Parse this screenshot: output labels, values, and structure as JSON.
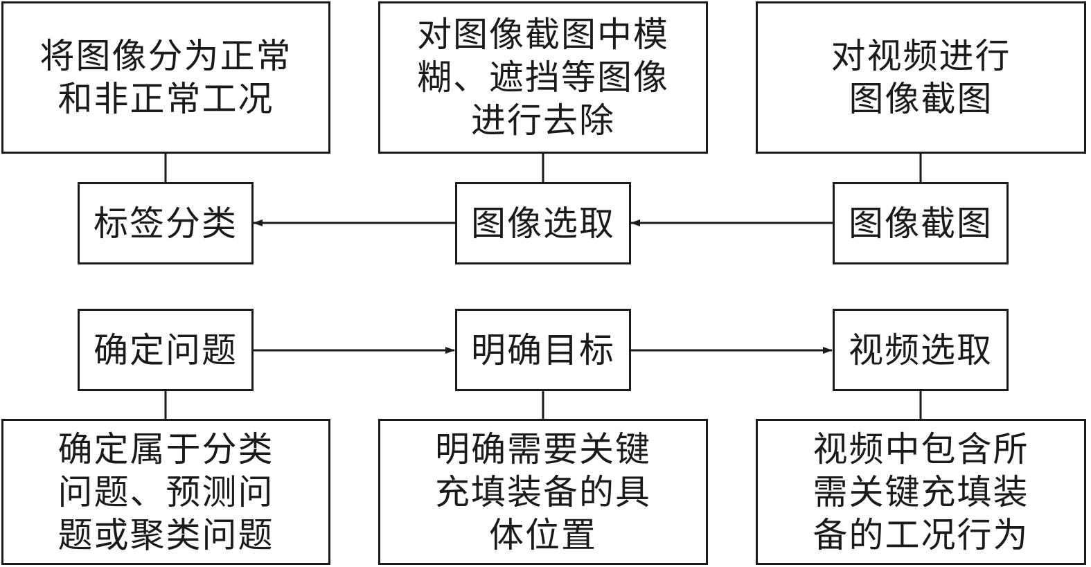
{
  "top_notes": {
    "left": "将图像分为正常\n和非正常工况",
    "middle": "对图像截图中模\n糊、遮挡等图像\n进行去除",
    "right": "对视频进行\n图像截图"
  },
  "upper_steps": {
    "left": "标签分类",
    "middle": "图像选取",
    "right": "图像截图"
  },
  "lower_steps": {
    "left": "确定问题",
    "middle": "明确目标",
    "right": "视频选取"
  },
  "bottom_notes": {
    "left": "确定属于分类\n问题、预测问\n题或聚类问题",
    "middle": "明确需要关键\n充填装备的具\n体位置",
    "right": "视频中包含所\n需关键充填装\n备的工况行为"
  }
}
